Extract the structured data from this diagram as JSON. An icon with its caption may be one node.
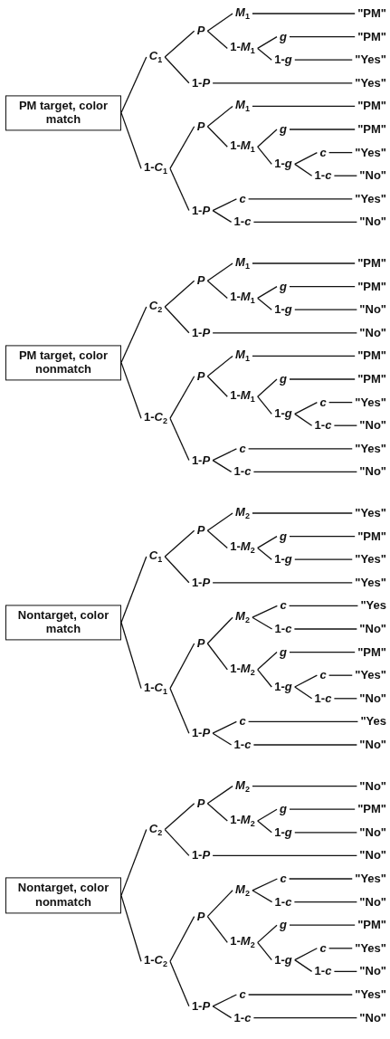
{
  "diagram": {
    "nodes": [
      {
        "text": [
          "PM target, color match"
        ]
      },
      {
        "text": [
          "*C*$_{1}$"
        ]
      },
      {
        "text": [
          "P"
        ]
      },
      {
        "text": [
          "*M*$_{1}$"
        ]
      },
      {
        "text": [
          "\"PM\""
        ]
      },
      {
        "text": [
          "1-*M*$_{1}$"
        ]
      },
      {
        "text": [
          "g"
        ]
      },
      {
        "text": [
          "\"PM\""
        ]
      },
      {
        "text": [
          "1-*g*"
        ]
      },
      {
        "text": [
          "\"Yes\""
        ]
      },
      {
        "text": [
          "1-*P*"
        ]
      },
      {
        "text": [
          "\"Yes\""
        ]
      },
      {
        "text": [
          "1-*C*$_{1}$"
        ]
      },
      {
        "text": [
          "P"
        ]
      },
      {
        "text": [
          "*M*$_{1}$"
        ]
      },
      {
        "text": [
          "\"PM\""
        ]
      },
      {
        "text": [
          "1-*M*$_{1}$"
        ]
      },
      {
        "text": [
          "g"
        ]
      },
      {
        "text": [
          "\"PM\""
        ]
      },
      {
        "text": [
          "1-*g*"
        ]
      },
      {
        "text": [
          "c"
        ]
      },
      {
        "text": [
          "\"Yes\""
        ]
      },
      {
        "text": [
          "1-*c*"
        ]
      },
      {
        "text": [
          "\"No\""
        ]
      },
      {
        "text": [
          "1-*P*"
        ]
      },
      {
        "text": [
          "c"
        ]
      },
      {
        "text": [
          "\"Yes\""
        ]
      },
      {
        "text": [
          "1-*c*"
        ]
      },
      {
        "text": [
          "\"No\""
        ]
      },
      {
        "text": [
          "PM target, color nonmatch"
        ]
      },
      {
        "text": [
          "*C*$_{2}$"
        ]
      },
      {
        "text": [
          "P"
        ]
      },
      {
        "text": [
          "*M*$_{1}$"
        ]
      },
      {
        "text": [
          "\"PM\""
        ]
      },
      {
        "text": [
          "1-*M*$_{1}$"
        ]
      },
      {
        "text": [
          "g"
        ]
      },
      {
        "text": [
          "\"PM\""
        ]
      },
      {
        "text": [
          "1-*g*"
        ]
      },
      {
        "text": [
          "\"No\""
        ]
      },
      {
        "text": [
          "1-*P*"
        ]
      },
      {
        "text": [
          "\"No\""
        ]
      },
      {
        "text": [
          "1-*C*$_{2}$"
        ]
      },
      {
        "text": [
          "P"
        ]
      },
      {
        "text": [
          "*M*$_{1}$"
        ]
      },
      {
        "text": [
          "\"PM\""
        ]
      },
      {
        "text": [
          "1-*M*$_{1}$"
        ]
      },
      {
        "text": [
          "g"
        ]
      },
      {
        "text": [
          "\"PM\""
        ]
      },
      {
        "text": [
          "1-*g*"
        ]
      },
      {
        "text": [
          "c"
        ]
      },
      {
        "text": [
          "\"Yes\""
        ]
      },
      {
        "text": [
          "1-*c*"
        ]
      },
      {
        "text": [
          "\"No\""
        ]
      },
      {
        "text": [
          "1-*P*"
        ]
      },
      {
        "text": [
          "c"
        ]
      },
      {
        "text": [
          "\"Yes\""
        ]
      },
      {
        "text": [
          "1-*c*"
        ]
      },
      {
        "text": [
          "\"No\""
        ]
      },
      {
        "text": [
          "Nontarget, color match"
        ]
      },
      {
        "text": [
          "*C*$_{1}$"
        ]
      },
      {
        "text": [
          "P"
        ]
      },
      {
        "text": [
          "*M*$_{2}$"
        ]
      },
      {
        "text": [
          "\"Yes\""
        ]
      },
      {
        "text": [
          "1-*M*$_{2}$"
        ]
      },
      {
        "text": [
          "g"
        ]
      },
      {
        "text": [
          "\"PM\""
        ]
      },
      {
        "text": [
          "1-*g*"
        ]
      },
      {
        "text": [
          "\"Yes\""
        ]
      },
      {
        "text": [
          "1-*P*"
        ]
      },
      {
        "text": [
          "\"Yes\""
        ]
      },
      {
        "text": [
          "1-*C*$_{1}$"
        ]
      },
      {
        "text": [
          "P"
        ]
      },
      {
        "text": [
          "*M*$_{2}$"
        ]
      },
      {
        "text": [
          "c"
        ]
      },
      {
        "text": [
          "\"Yes"
        ]
      },
      {
        "text": [
          "1-*c*"
        ]
      },
      {
        "text": [
          "\"No\""
        ]
      },
      {
        "text": [
          "1-*M*$_{2}$"
        ]
      },
      {
        "text": [
          "g"
        ]
      },
      {
        "text": [
          "\"PM\""
        ]
      },
      {
        "text": [
          "1-*g*"
        ]
      },
      {
        "text": [
          "c"
        ]
      },
      {
        "text": [
          "\"Yes\""
        ]
      },
      {
        "text": [
          "1-*c*"
        ]
      },
      {
        "text": [
          "\"No\""
        ]
      },
      {
        "text": [
          "1-*P*"
        ]
      },
      {
        "text": [
          "c"
        ]
      },
      {
        "text": [
          "\"Yes"
        ]
      },
      {
        "text": [
          "1-*c*"
        ]
      },
      {
        "text": [
          "\"No\""
        ]
      },
      {
        "text": [
          "Nontarget, color nonmatch"
        ]
      },
      {
        "text": [
          "*C*$_{2}$"
        ]
      },
      {
        "text": [
          "P"
        ]
      },
      {
        "text": [
          "*M*$_{2}$"
        ]
      },
      {
        "text": [
          "\"No\""
        ]
      },
      {
        "text": [
          "1-*M*$_{2}$"
        ]
      },
      {
        "text": [
          "g"
        ]
      },
      {
        "text": [
          "\"PM\""
        ]
      },
      {
        "text": [
          "1-*g*"
        ]
      },
      {
        "text": [
          "\"No\""
        ]
      },
      {
        "text": [
          "1-*P*"
        ]
      },
      {
        "text": [
          "\"No\""
        ]
      },
      {
        "text": [
          "1-*C*$_{2}$"
        ]
      },
      {
        "text": [
          "P"
        ]
      },
      {
        "text": [
          "*M*$_{2}$"
        ]
      },
      {
        "text": [
          "c"
        ]
      },
      {
        "text": [
          "\"Yes\""
        ]
      },
      {
        "text": [
          "1-*c*"
        ]
      },
      {
        "text": [
          "\"No\""
        ]
      },
      {
        "text": [
          "1-*M*$_{2}$"
        ]
      },
      {
        "text": [
          "g"
        ]
      },
      {
        "text": [
          "\"PM\""
        ]
      },
      {
        "text": [
          "1-*g*"
        ]
      },
      {
        "text": [
          "c"
        ]
      },
      {
        "text": [
          "\"Yes\""
        ]
      },
      {
        "text": [
          "1-*c*"
        ]
      },
      {
        "text": [
          "\"No\""
        ]
      },
      {
        "text": [
          "1-*P*"
        ]
      },
      {
        "text": [
          "c"
        ]
      },
      {
        "text": [
          "\"Yes\""
        ]
      },
      {
        "text": [
          "1-*c*"
        ]
      },
      {
        "text": [
          "\"No\""
        ]
      }
    ],
    "edges": [
      {
        "from": 0,
        "to": 1,
        "arrow": "none"
      },
      {
        "from": 1,
        "to": 2,
        "arrow": "none"
      },
      {
        "from": 2,
        "to": 3,
        "arrow": "none"
      },
      {
        "from": 3,
        "to": 4,
        "arrow": "none"
      },
      {
        "from": 2,
        "to": 5,
        "arrow": "none"
      },
      {
        "from": 5,
        "to": 6,
        "arrow": "none"
      },
      {
        "from": 6,
        "to": 7,
        "arrow": "none"
      },
      {
        "from": 5,
        "to": 8,
        "arrow": "none"
      },
      {
        "from": 8,
        "to": 9,
        "arrow": "none"
      },
      {
        "from": 1,
        "to": 10,
        "arrow": "none"
      },
      {
        "from": 10,
        "to": 11,
        "arrow": "none"
      },
      {
        "from": 0,
        "to": 12,
        "arrow": "none"
      },
      {
        "from": 12,
        "to": 13,
        "arrow": "none"
      },
      {
        "from": 13,
        "to": 14,
        "arrow": "none"
      },
      {
        "from": 14,
        "to": 15,
        "arrow": "none"
      },
      {
        "from": 13,
        "to": 16,
        "arrow": "none"
      },
      {
        "from": 16,
        "to": 17,
        "arrow": "none"
      },
      {
        "from": 17,
        "to": 18,
        "arrow": "none"
      },
      {
        "from": 16,
        "to": 19,
        "arrow": "none"
      },
      {
        "from": 19,
        "to": 20,
        "arrow": "none"
      },
      {
        "from": 20,
        "to": 21,
        "arrow": "none"
      },
      {
        "from": 19,
        "to": 22,
        "arrow": "none"
      },
      {
        "from": 22,
        "to": 23,
        "arrow": "none"
      },
      {
        "from": 12,
        "to": 24,
        "arrow": "none"
      },
      {
        "from": 24,
        "to": 25,
        "arrow": "none"
      },
      {
        "from": 25,
        "to": 26,
        "arrow": "none"
      },
      {
        "from": 24,
        "to": 27,
        "arrow": "none"
      },
      {
        "from": 27,
        "to": 28,
        "arrow": "none"
      },
      {
        "from": 29,
        "to": 30,
        "arrow": "none"
      },
      {
        "from": 30,
        "to": 31,
        "arrow": "none"
      },
      {
        "from": 31,
        "to": 32,
        "arrow": "none"
      },
      {
        "from": 32,
        "to": 33,
        "arrow": "none"
      },
      {
        "from": 31,
        "to": 34,
        "arrow": "none"
      },
      {
        "from": 34,
        "to": 35,
        "arrow": "none"
      },
      {
        "from": 35,
        "to": 36,
        "arrow": "none"
      },
      {
        "from": 34,
        "to": 37,
        "arrow": "none"
      },
      {
        "from": 37,
        "to": 38,
        "arrow": "none"
      },
      {
        "from": 30,
        "to": 39,
        "arrow": "none"
      },
      {
        "from": 39,
        "to": 40,
        "arrow": "none"
      },
      {
        "from": 29,
        "to": 41,
        "arrow": "none"
      },
      {
        "from": 41,
        "to": 42,
        "arrow": "none"
      },
      {
        "from": 42,
        "to": 43,
        "arrow": "none"
      },
      {
        "from": 43,
        "to": 44,
        "arrow": "none"
      },
      {
        "from": 42,
        "to": 45,
        "arrow": "none"
      },
      {
        "from": 45,
        "to": 46,
        "arrow": "none"
      },
      {
        "from": 46,
        "to": 47,
        "arrow": "none"
      },
      {
        "from": 45,
        "to": 48,
        "arrow": "none"
      },
      {
        "from": 48,
        "to": 49,
        "arrow": "none"
      },
      {
        "from": 49,
        "to": 50,
        "arrow": "none"
      },
      {
        "from": 48,
        "to": 51,
        "arrow": "none"
      },
      {
        "from": 51,
        "to": 52,
        "arrow": "none"
      },
      {
        "from": 41,
        "to": 53,
        "arrow": "none"
      },
      {
        "from": 53,
        "to": 54,
        "arrow": "none"
      },
      {
        "from": 54,
        "to": 55,
        "arrow": "none"
      },
      {
        "from": 53,
        "to": 56,
        "arrow": "none"
      },
      {
        "from": 56,
        "to": 57,
        "arrow": "none"
      },
      {
        "from": 58,
        "to": 59,
        "arrow": "none"
      },
      {
        "from": 59,
        "to": 60,
        "arrow": "none"
      },
      {
        "from": 60,
        "to": 61,
        "arrow": "none"
      },
      {
        "from": 61,
        "to": 62,
        "arrow": "none"
      },
      {
        "from": 60,
        "to": 63,
        "arrow": "none"
      },
      {
        "from": 63,
        "to": 64,
        "arrow": "none"
      },
      {
        "from": 64,
        "to": 65,
        "arrow": "none"
      },
      {
        "from": 63,
        "to": 66,
        "arrow": "none"
      },
      {
        "from": 66,
        "to": 67,
        "arrow": "none"
      },
      {
        "from": 59,
        "to": 68,
        "arrow": "none"
      },
      {
        "from": 68,
        "to": 69,
        "arrow": "none"
      },
      {
        "from": 58,
        "to": 70,
        "arrow": "none"
      },
      {
        "from": 70,
        "to": 71,
        "arrow": "none"
      },
      {
        "from": 71,
        "to": 72,
        "arrow": "none"
      },
      {
        "from": 72,
        "to": 73,
        "arrow": "none"
      },
      {
        "from": 73,
        "to": 74,
        "arrow": "none"
      },
      {
        "from": 72,
        "to": 75,
        "arrow": "none"
      },
      {
        "from": 75,
        "to": 76,
        "arrow": "none"
      },
      {
        "from": 71,
        "to": 77,
        "arrow": "none"
      },
      {
        "from": 77,
        "to": 78,
        "arrow": "none"
      },
      {
        "from": 78,
        "to": 79,
        "arrow": "none"
      },
      {
        "from": 77,
        "to": 80,
        "arrow": "none"
      },
      {
        "from": 80,
        "to": 81,
        "arrow": "none"
      },
      {
        "from": 81,
        "to": 82,
        "arrow": "none"
      },
      {
        "from": 80,
        "to": 83,
        "arrow": "none"
      },
      {
        "from": 83,
        "to": 84,
        "arrow": "none"
      },
      {
        "from": 70,
        "to": 85,
        "arrow": "none"
      },
      {
        "from": 85,
        "to": 86,
        "arrow": "none"
      },
      {
        "from": 86,
        "to": 87,
        "arrow": "none"
      },
      {
        "from": 85,
        "to": 88,
        "arrow": "none"
      },
      {
        "from": 88,
        "to": 89,
        "arrow": "none"
      },
      {
        "from": 90,
        "to": 91,
        "arrow": "none"
      },
      {
        "from": 91,
        "to": 92,
        "arrow": "none"
      },
      {
        "from": 92,
        "to": 93,
        "arrow": "none"
      },
      {
        "from": 93,
        "to": 94,
        "arrow": "none"
      },
      {
        "from": 92,
        "to": 95,
        "arrow": "none"
      },
      {
        "from": 95,
        "to": 96,
        "arrow": "none"
      },
      {
        "from": 96,
        "to": 97,
        "arrow": "none"
      },
      {
        "from": 95,
        "to": 98,
        "arrow": "none"
      },
      {
        "from": 98,
        "to": 99,
        "arrow": "none"
      },
      {
        "from": 91,
        "to": 100,
        "arrow": "none"
      },
      {
        "from": 100,
        "to": 101,
        "arrow": "none"
      },
      {
        "from": 90,
        "to": 102,
        "arrow": "none"
      },
      {
        "from": 102,
        "to": 103,
        "arrow": "none"
      },
      {
        "from": 103,
        "to": 104,
        "arrow": "none"
      },
      {
        "from": 104,
        "to": 105,
        "arrow": "none"
      },
      {
        "from": 105,
        "to": 106,
        "arrow": "none"
      },
      {
        "from": 104,
        "to": 107,
        "arrow": "none"
      },
      {
        "from": 107,
        "to": 108,
        "arrow": "none"
      },
      {
        "from": 103,
        "to": 109,
        "arrow": "none"
      },
      {
        "from": 109,
        "to": 110,
        "arrow": "none"
      },
      {
        "from": 110,
        "to": 111,
        "arrow": "none"
      },
      {
        "from": 109,
        "to": 112,
        "arrow": "none"
      },
      {
        "from": 112,
        "to": 113,
        "arrow": "none"
      },
      {
        "from": 113,
        "to": 114,
        "arrow": "none"
      },
      {
        "from": 112,
        "to": 115,
        "arrow": "none"
      },
      {
        "from": 115,
        "to": 116,
        "arrow": "none"
      },
      {
        "from": 102,
        "to": 117,
        "arrow": "none"
      },
      {
        "from": 117,
        "to": 118,
        "arrow": "none"
      },
      {
        "from": 118,
        "to": 119,
        "arrow": "none"
      },
      {
        "from": 117,
        "to": 120,
        "arrow": "none"
      },
      {
        "from": 120,
        "to": 121,
        "arrow": "none"
      }
    ]
  }
}
